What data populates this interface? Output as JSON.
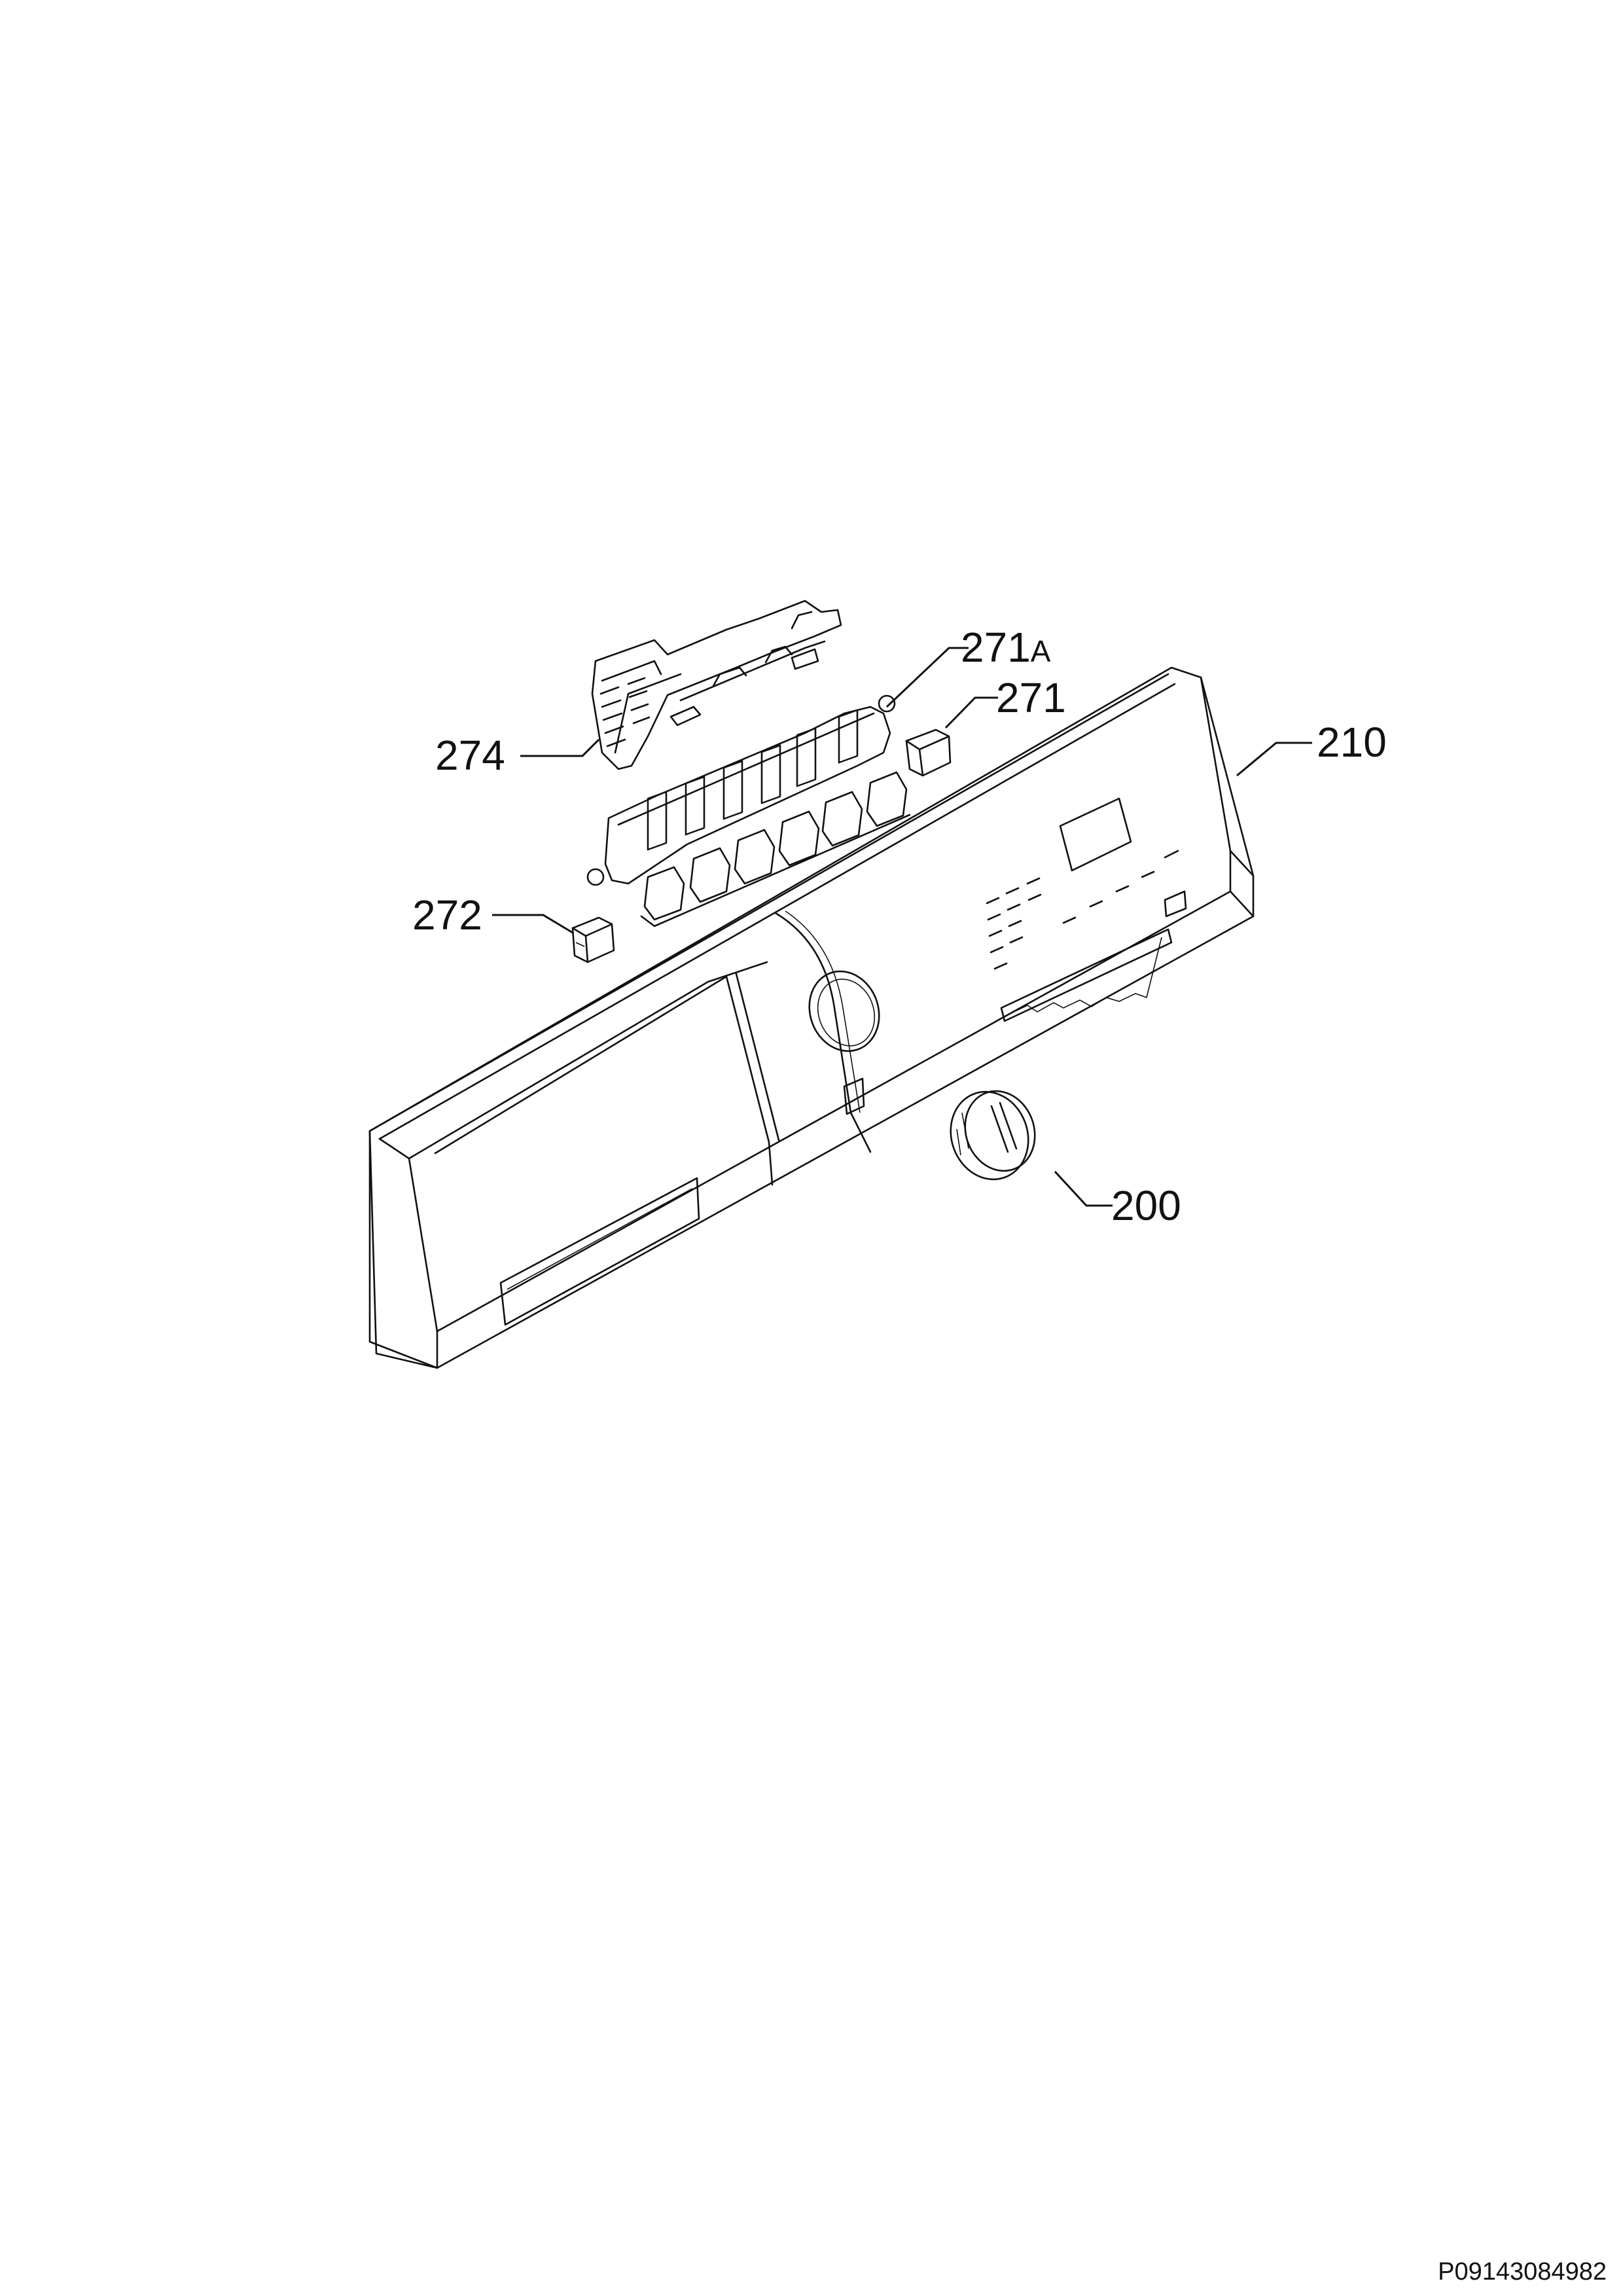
{
  "callouts": {
    "c274": "274",
    "c271": "271",
    "c271a_num": "271",
    "c271a_suffix": "A",
    "c272": "272",
    "c210": "210",
    "c200": "200"
  },
  "document_code": "P09143084982"
}
